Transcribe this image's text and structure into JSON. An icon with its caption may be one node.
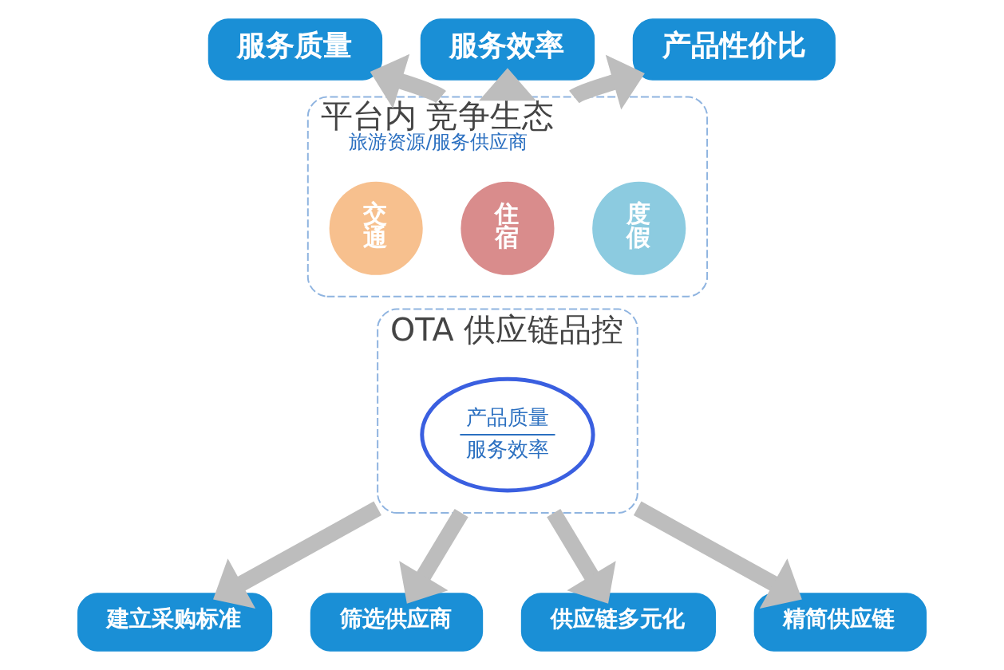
{
  "diagram": {
    "nodes": [
      {
        "text": [
          "服务质量"
        ]
      },
      {
        "text": [
          "服务效率"
        ]
      },
      {
        "text": [
          "产品性价比"
        ]
      },
      {
        "text": [
          "平台内 竞争生态",
          "旅游资源/服务供应商"
        ]
      },
      {
        "text": [
          "交通"
        ],
        "in": 3
      },
      {
        "text": [
          "住宿"
        ],
        "in": 3
      },
      {
        "text": [
          "度假"
        ],
        "in": 3
      },
      {
        "text": [
          "OTA 供应链品控"
        ]
      },
      {
        "text": [
          "产品质量",
          "服务效率"
        ],
        "in": 7
      },
      {
        "text": [
          "建立采购标准"
        ]
      },
      {
        "text": [
          "筛选供应商"
        ]
      },
      {
        "text": [
          "供应链多元化"
        ]
      },
      {
        "text": [
          "精简供应链"
        ]
      }
    ],
    "edges": [
      {
        "from": 3,
        "to": 0,
        "arrow": "to"
      },
      {
        "from": 3,
        "to": 1,
        "arrow": "to"
      },
      {
        "from": 3,
        "to": 2,
        "arrow": "to"
      },
      {
        "from": 7,
        "to": 9,
        "arrow": "to"
      },
      {
        "from": 7,
        "to": 10,
        "arrow": "to"
      },
      {
        "from": 7,
        "to": 11,
        "arrow": "to"
      },
      {
        "from": 7,
        "to": 12,
        "arrow": "to"
      }
    ]
  }
}
